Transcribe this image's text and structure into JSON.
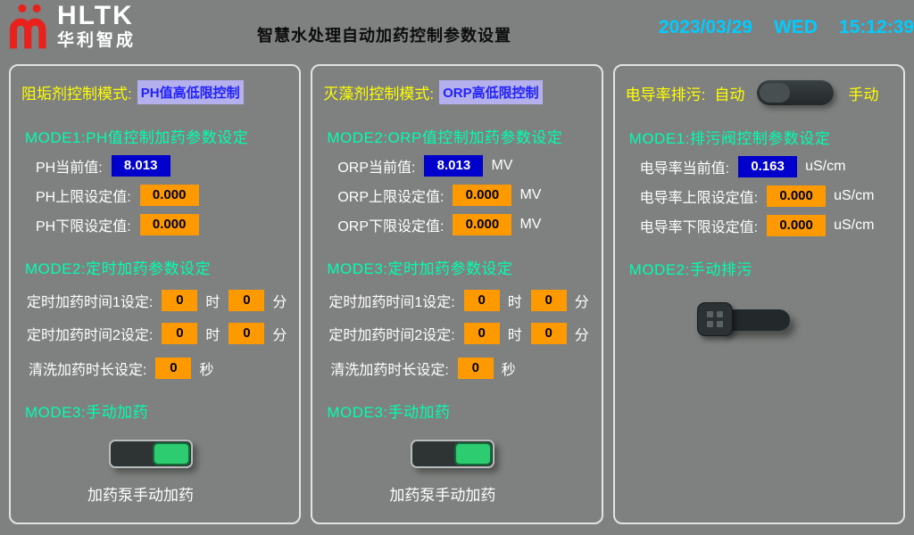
{
  "header": {
    "logo_text": "HLTK",
    "logo_sub": "华利智成",
    "title": "智慧水处理自动加药控制参数设置",
    "date": "2023/03/29",
    "weekday": "WED",
    "time": "15:12:39"
  },
  "antiscalant": {
    "mode_label": "阻垢剂控制模式:",
    "mode_value": "PH值高低限控制",
    "section1": "MODE1:PH值控制加药参数设定",
    "current_label": "PH当前值:",
    "current_value": "8.013",
    "upper_label": "PH上限设定值:",
    "upper_value": "0.000",
    "lower_label": "PH下限设定值:",
    "lower_value": "0.000",
    "section2": "MODE2:定时加药参数设定",
    "time1_label": "定时加药时间1设定:",
    "time1_hour": "0",
    "time1_min": "0",
    "time2_label": "定时加药时间2设定:",
    "time2_hour": "0",
    "time2_min": "0",
    "hour_unit": "时",
    "min_unit": "分",
    "wash_label": "清洗加药时长设定:",
    "wash_value": "0",
    "wash_unit": "秒",
    "section3": "MODE3:手动加药",
    "pump_label": "加药泵手动加药"
  },
  "algaecide": {
    "mode_label": "灭藻剂控制模式:",
    "mode_value": "ORP高低限控制",
    "section1": "MODE2:ORP值控制加药参数设定",
    "current_label": "ORP当前值:",
    "current_value": "8.013",
    "value_unit": "MV",
    "upper_label": "ORP上限设定值:",
    "upper_value": "0.000",
    "lower_label": "ORP下限设定值:",
    "lower_value": "0.000",
    "section2": "MODE3:定时加药参数设定",
    "time1_label": "定时加药时间1设定:",
    "time1_hour": "0",
    "time1_min": "0",
    "time2_label": "定时加药时间2设定:",
    "time2_hour": "0",
    "time2_min": "0",
    "hour_unit": "时",
    "min_unit": "分",
    "wash_label": "清洗加药时长设定:",
    "wash_value": "0",
    "wash_unit": "秒",
    "section3": "MODE3:手动加药",
    "pump_label": "加药泵手动加药"
  },
  "conductivity": {
    "mode_label": "电导率排污:",
    "auto_label": "自动",
    "manual_label": "手动",
    "section1": "MODE1:排污阀控制参数设定",
    "current_label": "电导率当前值:",
    "current_value": "0.163",
    "value_unit": "uS/cm",
    "upper_label": "电导率上限设定值:",
    "upper_value": "0.000",
    "lower_label": "电导率下限设定值:",
    "lower_value": "0.000",
    "section2": "MODE2:手动排污"
  },
  "colors": {
    "background": "#7e817f",
    "section_cyan": "#00ffb0",
    "label_yellow": "#ffff00",
    "datetime_cyan": "#00ccff",
    "value_blue_bg": "#0000cc",
    "value_orange_bg": "#ff9900",
    "mode_badge_bg": "#b4b0ee",
    "mode_badge_text": "#2222ff",
    "toggle_green": "#2ecc71",
    "logo_red": "#e8211d"
  }
}
